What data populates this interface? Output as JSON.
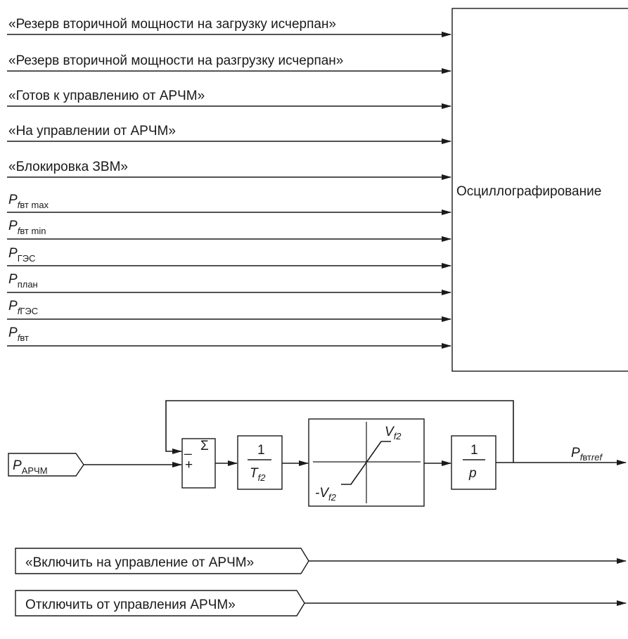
{
  "oscillography": {
    "block_label": "Осциллографирование",
    "inputs": [
      {
        "text": "«Резерв вторичной мощности на загрузку исчерпан»"
      },
      {
        "text": "«Резерв вторичной мощности на разгрузку исчерпан»"
      },
      {
        "text": "«Готов к управлению от АРЧМ»"
      },
      {
        "text": "«На управлении от АРЧМ»"
      },
      {
        "text": "«Блокировка ЗВМ»"
      },
      {
        "main": "P",
        "sub_italic": "f",
        "sub": "вт max"
      },
      {
        "main": "P",
        "sub_italic": "f",
        "sub": "вт min"
      },
      {
        "main": "P",
        "sub_italic": "",
        "sub": "ГЭС"
      },
      {
        "main": "P",
        "sub_italic": "",
        "sub": "план"
      },
      {
        "main": "P",
        "sub_italic": "f",
        "sub": "ГЭС"
      },
      {
        "main": "P",
        "sub_italic": "f",
        "sub": "вт"
      }
    ]
  },
  "control_loop": {
    "input": {
      "main": "P",
      "sub": "АРЧМ"
    },
    "summator": {
      "symbol": "Σ",
      "minus": "_",
      "plus": "+"
    },
    "gain": {
      "numerator": "1",
      "denominator_main": "T",
      "denominator_sub": "f2"
    },
    "limiter": {
      "upper_main": "V",
      "upper_sub": "f2",
      "lower_main": "-V",
      "lower_sub": "f2"
    },
    "integrator": {
      "numerator": "1",
      "denominator": "p"
    },
    "output": {
      "main": "P",
      "sub_italic": "f",
      "sub": "вт",
      "sub_ref": "ref"
    }
  },
  "commands": [
    {
      "text": "«Включить на управление от АРЧМ»"
    },
    {
      "text": "Отключить от управления АРЧМ»"
    }
  ]
}
